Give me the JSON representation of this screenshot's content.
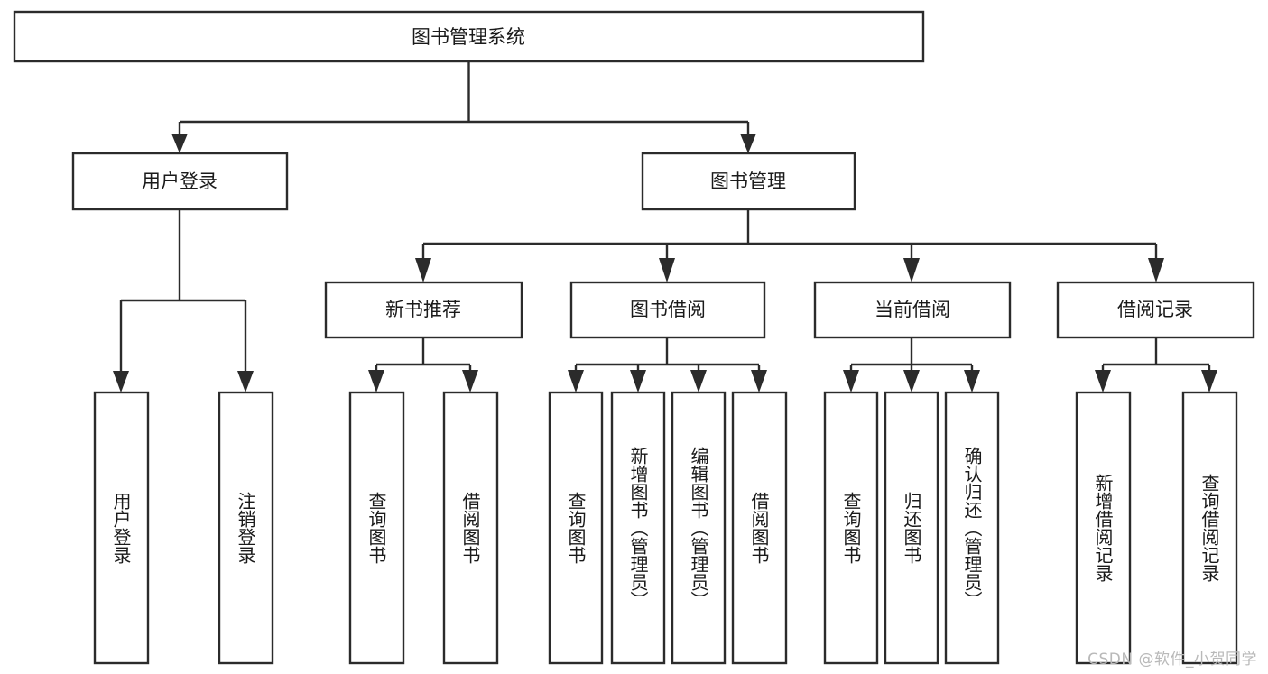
{
  "diagram": {
    "type": "tree-hierarchy",
    "title": "图书管理系统",
    "watermark": "CSDN @软件_小贺同学",
    "colors": {
      "stroke": "#2b2b2b",
      "box_fill": "#ffffff",
      "text": "#1a1a1a",
      "watermark": "#b9b9b9",
      "background": "#ffffff"
    },
    "levels": {
      "root": {
        "label": "图书管理系统",
        "orientation": "horizontal"
      },
      "level2": [
        {
          "label": "用户登录",
          "orientation": "horizontal"
        },
        {
          "label": "图书管理",
          "orientation": "horizontal"
        }
      ],
      "level3": [
        {
          "label": "新书推荐",
          "orientation": "horizontal",
          "parent": "图书管理"
        },
        {
          "label": "图书借阅",
          "orientation": "horizontal",
          "parent": "图书管理"
        },
        {
          "label": "当前借阅",
          "orientation": "horizontal",
          "parent": "图书管理"
        },
        {
          "label": "借阅记录",
          "orientation": "horizontal",
          "parent": "图书管理"
        }
      ],
      "leaves": [
        {
          "label": "用户登录",
          "orientation": "vertical",
          "parent": "用户登录"
        },
        {
          "label": "注销登录",
          "orientation": "vertical",
          "parent": "用户登录"
        },
        {
          "label": "查询图书",
          "orientation": "vertical",
          "parent": "新书推荐"
        },
        {
          "label": "借阅图书",
          "orientation": "vertical",
          "parent": "新书推荐"
        },
        {
          "label": "查询图书",
          "orientation": "vertical",
          "parent": "图书借阅"
        },
        {
          "label": "新增图书（管理员）",
          "orientation": "vertical",
          "parent": "图书借阅"
        },
        {
          "label": "编辑图书（管理员）",
          "orientation": "vertical",
          "parent": "图书借阅"
        },
        {
          "label": "借阅图书",
          "orientation": "vertical",
          "parent": "图书借阅"
        },
        {
          "label": "查询图书",
          "orientation": "vertical",
          "parent": "当前借阅"
        },
        {
          "label": "归还图书",
          "orientation": "vertical",
          "parent": "当前借阅"
        },
        {
          "label": "确认归还（管理员）",
          "orientation": "vertical",
          "parent": "当前借阅"
        },
        {
          "label": "新增借阅记录",
          "orientation": "vertical",
          "parent": "借阅记录"
        },
        {
          "label": "查询借阅记录",
          "orientation": "vertical",
          "parent": "借阅记录"
        }
      ]
    },
    "nodes": {
      "root": "图书管理系统",
      "n_user_login": "用户登录",
      "n_book_manage": "图书管理",
      "n_new_rec": "新书推荐",
      "n_borrow": "图书借阅",
      "n_current": "当前借阅",
      "n_record": "借阅记录",
      "l_user_login": "用户登录",
      "l_logout": "注销登录",
      "l_query_book_1": "查询图书",
      "l_borrow_book_1": "借阅图书",
      "l_query_book_2": "查询图书",
      "l_add_book": "新增图书（管理员）",
      "l_edit_book": "编辑图书（管理员）",
      "l_borrow_book_2": "借阅图书",
      "l_query_book_3": "查询图书",
      "l_return_book": "归还图书",
      "l_confirm_return": "确认归还（管理员）",
      "l_add_record": "新增借阅记录",
      "l_query_record": "查询借阅记录"
    }
  }
}
